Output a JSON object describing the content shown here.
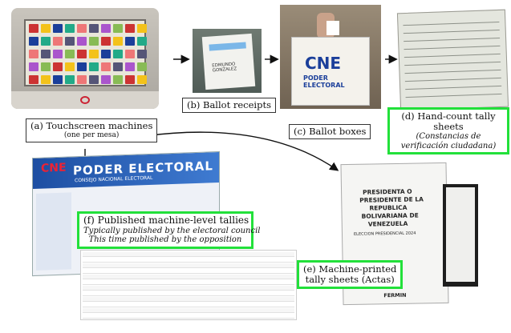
{
  "captions": {
    "a_title": "(a) Touchscreen machines",
    "a_sub": "(one per mesa)",
    "b_title": "(b) Ballot receipts",
    "c_title": "(c) Ballot boxes",
    "d_title": "(d) Hand-count tally sheets",
    "d_sub1": "(Constancias de",
    "d_sub2": "verificación ciudadana)",
    "e_title": "(e) Machine-printed",
    "e_title2": "tally sheets (Actas)",
    "f_title": "(f) Published machine-level tallies",
    "f_sub1": "Typically published by the electoral council",
    "f_sub2": "This time published by the opposition"
  },
  "box": {
    "cne": "CNE",
    "sub": "PODER ELECTORAL"
  },
  "site": {
    "title": "PODER ELECTORAL",
    "logo": "CNE",
    "subtitle": "CONSEJO NACIONAL ELECTORAL"
  },
  "receipt": {
    "name": "EDMUNDO\nGONZALEZ"
  },
  "acta": {
    "l1": "PRESIDENTA O",
    "l2": "PRESIDENTE DE LA",
    "l3": "REPUBLICA",
    "l4": "BOLIVARIANA DE",
    "l5": "VENEZUELA",
    "l6": "ELECCION PRESIDENCIAL 2024",
    "l7": "FERMIN"
  },
  "colors": {
    "accent_green": "#22e03a",
    "cne_blue": "#1b3f9a",
    "cne_red": "#e22233"
  }
}
